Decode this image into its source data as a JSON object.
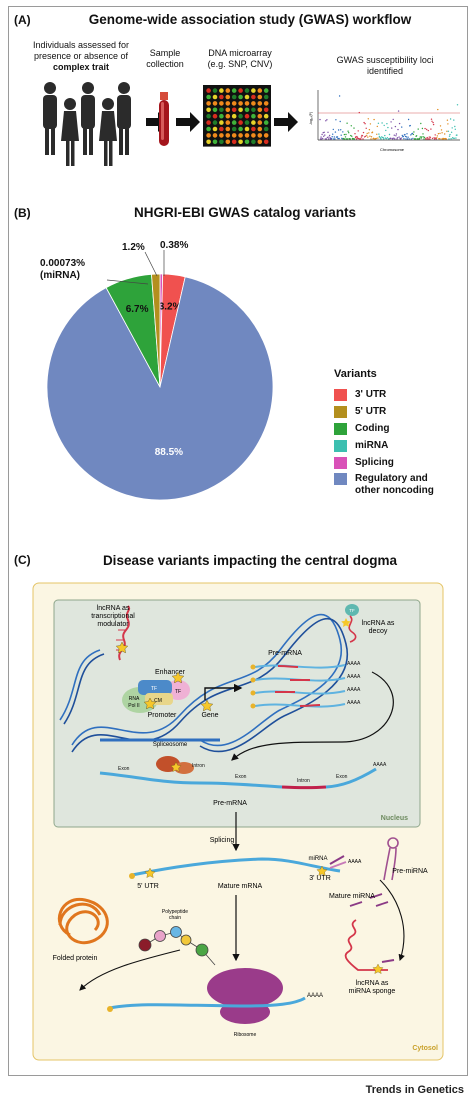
{
  "panel_a": {
    "letter": "(A)",
    "title": "Genome-wide association study (GWAS) workflow",
    "step1_line1": "Individuals assessed for",
    "step1_line2": "presence or absence of",
    "step1_line3": "complex trait",
    "step2_line1": "Sample",
    "step2_line2": "collection",
    "step3_line1": "DNA microarray",
    "step3_line2": "(e.g. SNP, CNV)",
    "step4_line1": "GWAS susceptibility loci",
    "step4_line2": "identified",
    "manhattan_ylabel": "-log₁₀(P)",
    "manhattan_xlabel": "Chromosome"
  },
  "panel_b": {
    "letter": "(B)",
    "title": "NHGRI-EBI GWAS catalog variants",
    "legend_title": "Variants",
    "annot_mirna_value": "0.00073%",
    "annot_mirna_name": "(miRNA)",
    "annot_5utr": "1.2%",
    "annot_splicing": "0.38%"
  },
  "chart_data": {
    "type": "pie",
    "title": "NHGRI-EBI GWAS catalog variants",
    "legend_title": "Variants",
    "slices": [
      {
        "label": "3' UTR",
        "value": 3.2,
        "display": "3.2%",
        "color": "#f0514f"
      },
      {
        "label": "5' UTR",
        "value": 1.2,
        "display": "1.2%",
        "color": "#b38f1e"
      },
      {
        "label": "Coding",
        "value": 6.7,
        "display": "6.7%",
        "color": "#2ea33a"
      },
      {
        "label": "miRNA",
        "value": 0.00073,
        "display": "0.00073%",
        "color": "#3cbfb0"
      },
      {
        "label": "Splicing",
        "value": 0.38,
        "display": "0.38%",
        "color": "#d951b8"
      },
      {
        "label": "Regulatory and other noncoding",
        "value": 88.5,
        "display": "88.5%",
        "color": "#7088c0"
      }
    ],
    "legend_lines": [
      [
        "3' UTR"
      ],
      [
        "5' UTR"
      ],
      [
        "Coding"
      ],
      [
        "miRNA"
      ],
      [
        "Splicing"
      ],
      [
        "Regulatory and",
        "other noncoding"
      ]
    ],
    "legend_position": "right"
  },
  "panel_c": {
    "letter": "(C)",
    "title": "Disease variants impacting the central dogma",
    "lncrna_modulator_1": "lncRNA as",
    "lncrna_modulator_2": "transcriptional",
    "lncrna_modulator_3": "modulator",
    "lncrna_decoy_1": "lncRNA as",
    "lncrna_decoy_2": "decoy",
    "enhancer": "Enhancer",
    "tf": "TF",
    "rna_pol_1": "RNA",
    "rna_pol_2": "Pol II",
    "cm": "CM",
    "promoter": "Promoter",
    "gene": "Gene",
    "pre_mrna_top": "Pre-mRNA",
    "poly_a": "AAAA",
    "spliceosome": "Spliceosome",
    "exon": "Exon",
    "intron": "Intron",
    "pre_mrna_bottom": "Pre-mRNA",
    "nucleus": "Nucleus",
    "splicing": "Splicing",
    "mirna": "miRNA",
    "pre_mirna": "Pre-miRNA",
    "five_utr": "5' UTR",
    "three_utr": "3' UTR",
    "mature_mrna": "Mature mRNA",
    "mature_mirna": "Mature miRNA",
    "polypeptide_1": "Polypeptide",
    "polypeptide_2": "chain",
    "folded_protein": "Folded protein",
    "lncrna_sponge_1": "lncRNA as",
    "lncrna_sponge_2": "miRNA sponge",
    "ribosome": "Ribosome",
    "cytosol": "Cytosol"
  },
  "footer": {
    "journal": "Trends in Genetics"
  }
}
